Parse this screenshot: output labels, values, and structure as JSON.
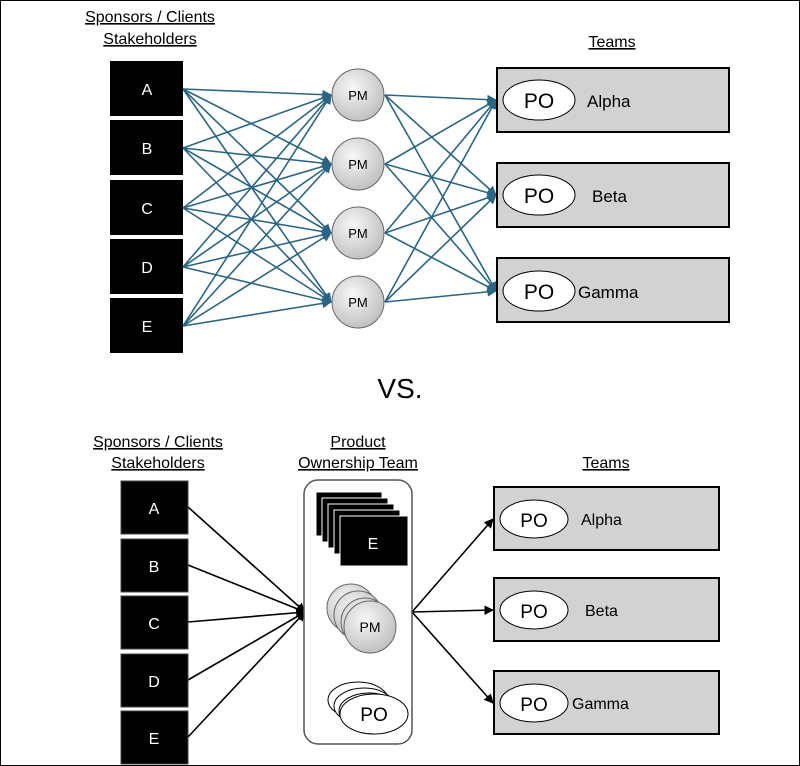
{
  "top": {
    "stakeholders_heading": [
      "Sponsors / Clients",
      "Stakeholders"
    ],
    "teams_heading": "Teams",
    "stakeholders": [
      "A",
      "B",
      "C",
      "D",
      "E"
    ],
    "pms": [
      "PM",
      "PM",
      "PM",
      "PM"
    ],
    "teams": [
      {
        "po": "PO",
        "name": "Alpha"
      },
      {
        "po": "PO",
        "name": "Beta"
      },
      {
        "po": "PO",
        "name": "Gamma"
      }
    ]
  },
  "versus_label": "VS.",
  "bottom": {
    "stakeholders_heading": [
      "Sponsors / Clients",
      "Stakeholders"
    ],
    "po_team_heading": [
      "Product",
      "Ownership Team"
    ],
    "teams_heading": "Teams",
    "stakeholders": [
      "A",
      "B",
      "C",
      "D",
      "E"
    ],
    "po_team_stack_label": "E",
    "po_team_pm_label": "PM",
    "po_team_po_label": "PO",
    "teams": [
      {
        "po": "PO",
        "name": "Alpha"
      },
      {
        "po": "PO",
        "name": "Beta"
      },
      {
        "po": "PO",
        "name": "Gamma"
      }
    ]
  },
  "colors": {
    "stakeholder_box": "#000000",
    "top_arrow": "#2b6584",
    "team_box": "#d2d2d2",
    "pm_circle_light": "#f2f2f2",
    "pm_circle_dark": "#bcbcbc"
  }
}
